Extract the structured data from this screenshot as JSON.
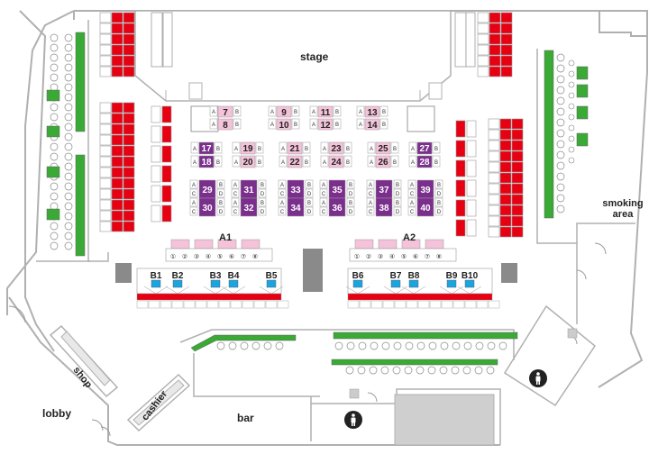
{
  "colors": {
    "wall": "#b0b0b0",
    "red_seat": "#e60012",
    "green_bench": "#3aa935",
    "purple_table": "#7a2f8c",
    "pink_table": "#f4c3d9",
    "blue_booth": "#1ca4e0",
    "gray_pillar": "#8a8a8a",
    "dark_gray": "#777777"
  },
  "areas": {
    "stage": "stage",
    "smoking": "smoking area",
    "shop": "shop",
    "cashier": "cashier",
    "lobby": "lobby",
    "bar": "bar"
  },
  "sections": {
    "a1": "A1",
    "a2": "A2"
  },
  "booths": [
    "B1",
    "B2",
    "B3",
    "B4",
    "B5",
    "B6",
    "B7",
    "B8",
    "B9",
    "B10"
  ],
  "pink_tables": [
    {
      "id": "7",
      "row": 0,
      "col": 0
    },
    {
      "id": "9",
      "row": 0,
      "col": 1
    },
    {
      "id": "11",
      "row": 0,
      "col": 2
    },
    {
      "id": "13",
      "row": 0,
      "col": 3
    },
    {
      "id": "8",
      "row": 1,
      "col": 0
    },
    {
      "id": "10",
      "row": 1,
      "col": 1
    },
    {
      "id": "12",
      "row": 1,
      "col": 2
    },
    {
      "id": "14",
      "row": 1,
      "col": 3
    }
  ],
  "mid_tables": [
    {
      "id": "17",
      "color": "purple",
      "col": 0,
      "row": 0
    },
    {
      "id": "19",
      "color": "pink",
      "col": 1,
      "row": 0
    },
    {
      "id": "21",
      "color": "pink",
      "col": 2,
      "row": 0
    },
    {
      "id": "23",
      "color": "pink",
      "col": 3,
      "row": 0
    },
    {
      "id": "25",
      "color": "pink",
      "col": 4,
      "row": 0
    },
    {
      "id": "27",
      "color": "purple",
      "col": 5,
      "row": 0
    },
    {
      "id": "18",
      "color": "purple",
      "col": 0,
      "row": 1
    },
    {
      "id": "20",
      "color": "pink",
      "col": 1,
      "row": 1
    },
    {
      "id": "22",
      "color": "pink",
      "col": 2,
      "row": 1
    },
    {
      "id": "24",
      "color": "pink",
      "col": 3,
      "row": 1
    },
    {
      "id": "26",
      "color": "pink",
      "col": 4,
      "row": 1
    },
    {
      "id": "28",
      "color": "purple",
      "col": 5,
      "row": 1
    }
  ],
  "big_tables": [
    {
      "id": "29",
      "col": 0,
      "row": 0
    },
    {
      "id": "31",
      "col": 1,
      "row": 0
    },
    {
      "id": "33",
      "col": 2,
      "row": 0
    },
    {
      "id": "35",
      "col": 3,
      "row": 0
    },
    {
      "id": "37",
      "col": 4,
      "row": 0
    },
    {
      "id": "39",
      "col": 5,
      "row": 0
    },
    {
      "id": "30",
      "col": 0,
      "row": 1
    },
    {
      "id": "32",
      "col": 1,
      "row": 1
    },
    {
      "id": "34",
      "col": 2,
      "row": 1
    },
    {
      "id": "36",
      "col": 3,
      "row": 1
    },
    {
      "id": "38",
      "col": 4,
      "row": 1
    },
    {
      "id": "40",
      "col": 5,
      "row": 1
    }
  ],
  "seat_letters": {
    "a": "A",
    "b": "B",
    "c": "C",
    "d": "D"
  },
  "front_seats": [
    "①",
    "②",
    "③",
    "④",
    "⑤",
    "⑥",
    "⑦",
    "⑧"
  ],
  "restroom_icon": "restroom-icon"
}
